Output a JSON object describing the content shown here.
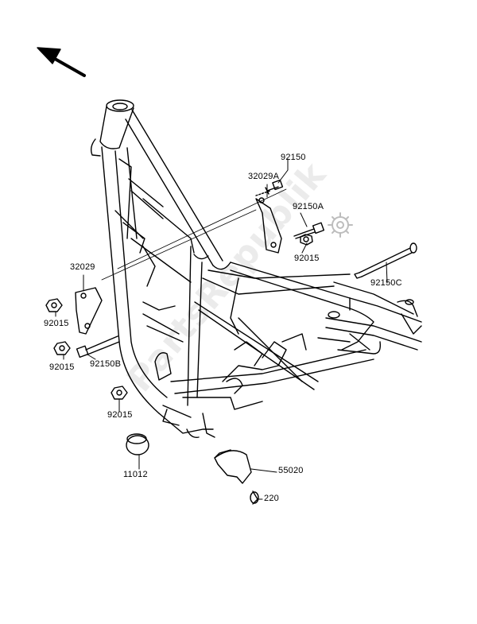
{
  "watermark": "PartsRepublik",
  "labels": {
    "p92150": "92150",
    "p32029A": "32029A",
    "p92150A": "92150A",
    "p92015_right": "92015",
    "p92150C": "92150C",
    "p32029": "32029",
    "p92015_a": "92015",
    "p92015_b": "92015",
    "p92150B": "92150B",
    "p92015_c": "92015",
    "p11012": "11012",
    "p55020": "55020",
    "p220": "220"
  },
  "icons": {
    "direction": "arrow-up-left-icon",
    "gear": "gear-icon"
  },
  "colors": {
    "ink": "#000000",
    "watermark": "#bdbdbd"
  }
}
